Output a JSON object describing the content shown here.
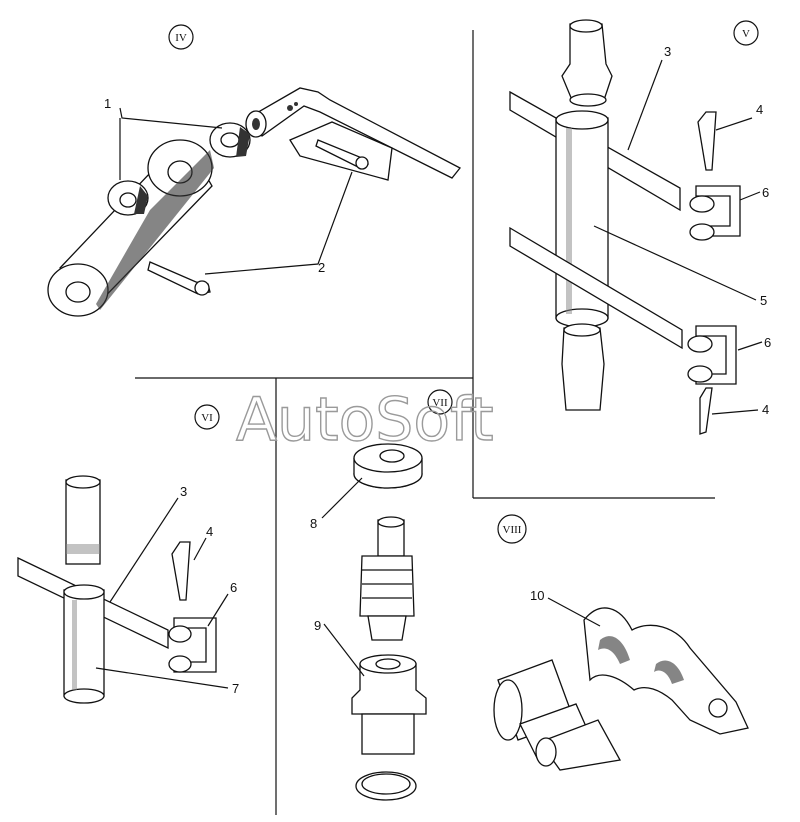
{
  "watermark": "AutoSoft",
  "sections": {
    "iv": "IV",
    "v": "V",
    "vi": "VI",
    "vii": "VII",
    "viii": "VIII"
  },
  "callouts": {
    "iv_1": "1",
    "iv_2": "2",
    "v_3": "3",
    "v_4a": "4",
    "v_6a": "6",
    "v_5": "5",
    "v_6b": "6",
    "v_4b": "4",
    "vi_3": "3",
    "vi_4": "4",
    "vi_6": "6",
    "vi_7": "7",
    "vii_8": "8",
    "vii_9": "9",
    "viii_10": "10"
  }
}
